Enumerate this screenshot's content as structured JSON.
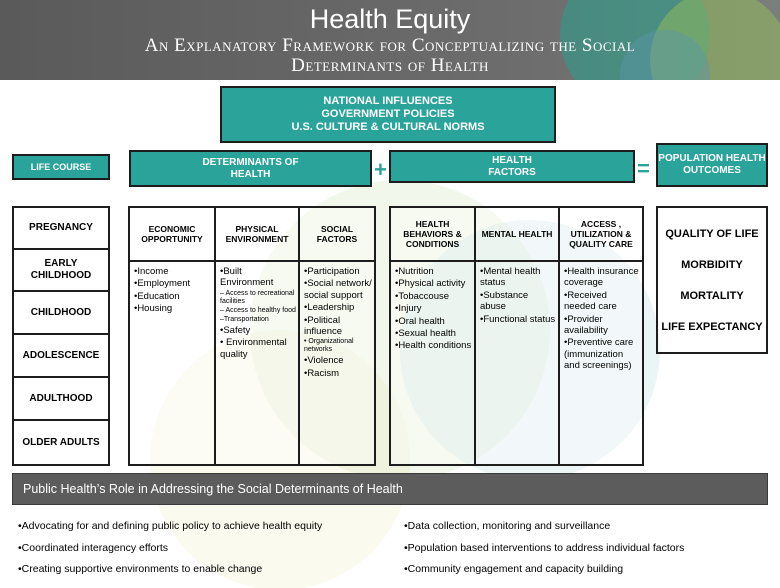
{
  "title": "Health Equity",
  "subtitle_line1": "An Explanatory Framework for Conceptualizing the Social",
  "subtitle_line2": "Determinants of Health",
  "national": [
    "NATIONAL INFLUENCES",
    "GOVERNMENT POLICIES",
    "U.S. CULTURE & CULTURAL NORMS"
  ],
  "life_course": {
    "title": "LIFE COURSE",
    "stages": [
      "PREGNANCY",
      "EARLY CHILDHOOD",
      "CHILDHOOD",
      "ADOLESCENCE",
      "ADULTHOOD",
      "OLDER ADULTS"
    ]
  },
  "determinants": {
    "title": "DETERMINANTS OF HEALTH",
    "columns": [
      {
        "header": "ECONOMIC OPPORTUNITY",
        "items": [
          "•Income",
          "•Employment",
          "•Education",
          "•Housing"
        ]
      },
      {
        "header": "PHYSICAL ENVIRONMENT",
        "items": [
          "•Built Environment",
          "– Access to recreational facilities",
          "– Access to healthy food",
          "–Transportation",
          "•Safety",
          "• Environmental quality"
        ]
      },
      {
        "header": "SOCIAL FACTORS",
        "items": [
          "•Participation",
          "•Social network/ social support",
          "•Leadership",
          "•Political influence",
          "• Organizational networks",
          "•Violence",
          "•Racism"
        ]
      }
    ]
  },
  "operators": {
    "plus": "+",
    "equals": "="
  },
  "health_factors": {
    "title": "HEALTH FACTORS",
    "columns": [
      {
        "header": "HEALTH BEHAVIORS & CONDITIONS",
        "items": [
          "•Nutrition",
          "•Physical activity",
          "•Tobaccouse",
          "•Injury",
          "•Oral health",
          "•Sexual health",
          "•Health conditions"
        ]
      },
      {
        "header": "MENTAL HEALTH",
        "items": [
          "•Mental health status",
          "•Substance abuse",
          "•Functional status"
        ]
      },
      {
        "header": "ACCESS , UTILIZATION & QUALITY CARE",
        "items": [
          "•Health insurance coverage",
          "•Received needed care",
          "•Provider availability",
          "•Preventive care (immunization and screenings)"
        ]
      }
    ]
  },
  "outcomes": {
    "title": "POPULATION HEALTH OUTCOMES",
    "items": [
      "QUALITY OF LIFE",
      "MORBIDITY",
      "MORTALITY",
      "LIFE EXPECTANCY"
    ]
  },
  "role": {
    "title": "Public Health’s Role in Addressing the Social Determinants of Health",
    "left": [
      "•Advocating for and defining public policy to achieve health equity",
      "•Coordinated interagency efforts",
      "•Creating supportive environments to enable change"
    ],
    "right": [
      "•Data collection, monitoring and surveillance",
      "•Population based interventions to address individual factors",
      "•Community engagement and capacity building"
    ]
  }
}
